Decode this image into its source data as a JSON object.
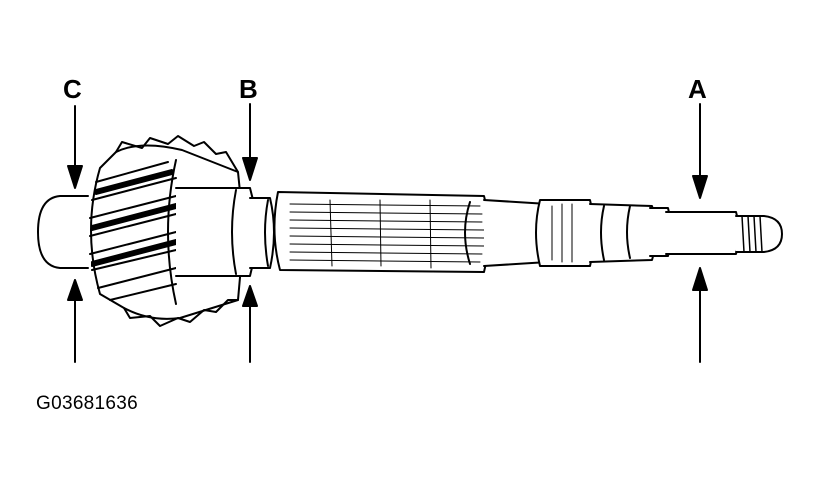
{
  "labels": {
    "a": "A",
    "b": "B",
    "c": "C"
  },
  "figure_code": "G03681636",
  "colors": {
    "ink": "#000000",
    "paper": "#ffffff"
  }
}
